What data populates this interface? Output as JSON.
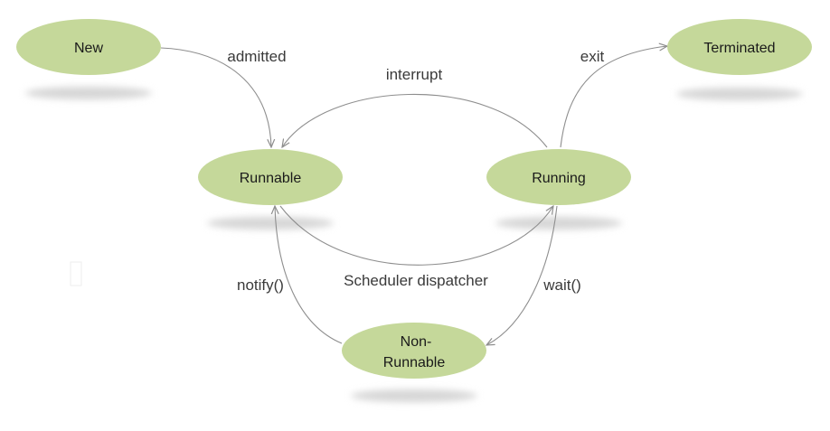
{
  "diagram": {
    "colors": {
      "node_fill": "#c5d89a",
      "edge_stroke": "#8e8e8e",
      "shadow": "#d6d6d6"
    },
    "nodes": {
      "new": {
        "label": "New"
      },
      "terminated": {
        "label": "Terminated"
      },
      "runnable": {
        "label": "Runnable"
      },
      "running": {
        "label": "Running"
      },
      "non_runnable": {
        "line1": "Non-",
        "line2": "Runnable"
      }
    },
    "edges": {
      "admitted": {
        "label": "admitted",
        "from": "New",
        "to": "Runnable"
      },
      "interrupt": {
        "label": "interrupt",
        "from": "Running",
        "to": "Runnable"
      },
      "exit": {
        "label": "exit",
        "from": "Running",
        "to": "Terminated"
      },
      "scheduler_dispatcher": {
        "label": "Scheduler dispatcher",
        "from": "Runnable",
        "to": "Running"
      },
      "wait": {
        "label": "wait()",
        "from": "Running",
        "to": "Non-Runnable"
      },
      "notify": {
        "label": "notify()",
        "from": "Non-Runnable",
        "to": "Runnable"
      }
    }
  }
}
